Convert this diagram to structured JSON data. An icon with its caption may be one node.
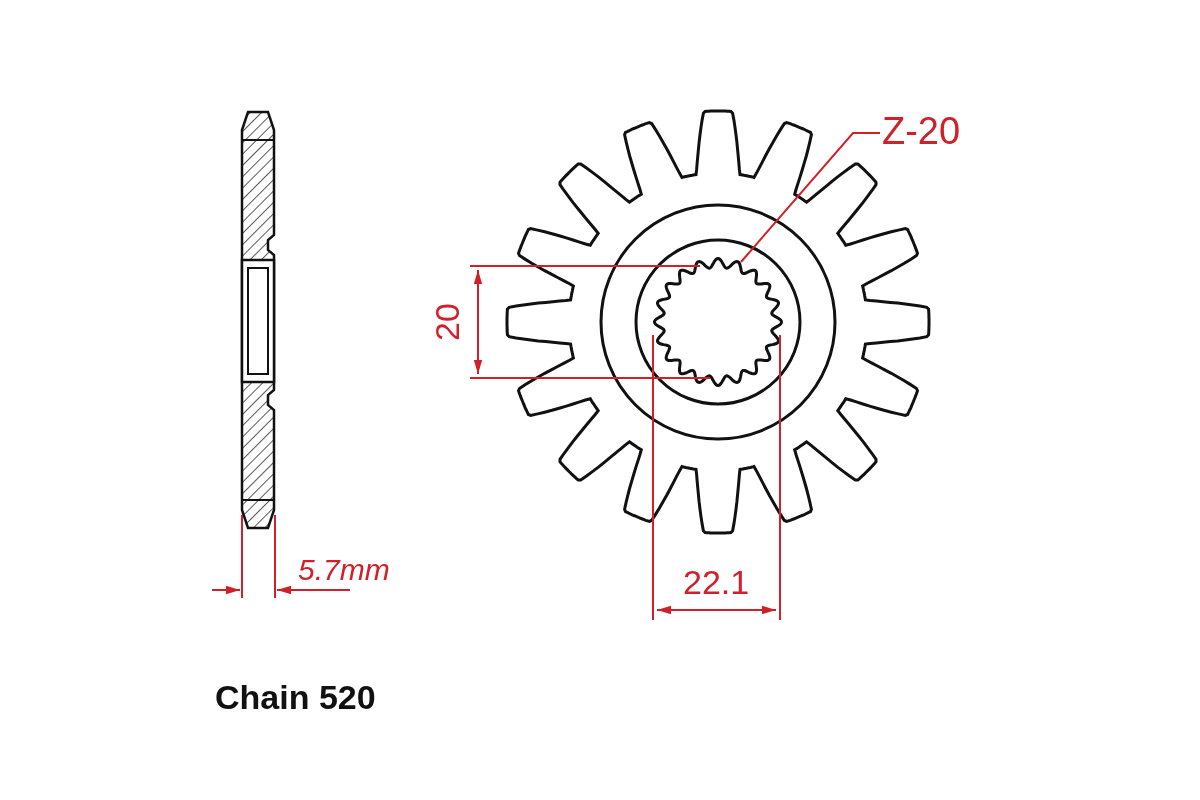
{
  "diagram": {
    "nodes": [
      {
        "text": [
          "Z-20"
        ]
      },
      {
        "text": [],
        "shape": "picture"
      }
    ],
    "edges": [
      {
        "from": 0,
        "to": 1,
        "arrow": "none"
      }
    ],
    "labels": [
      "20",
      "22.1",
      "5.7mm",
      "Chain 520"
    ]
  }
}
